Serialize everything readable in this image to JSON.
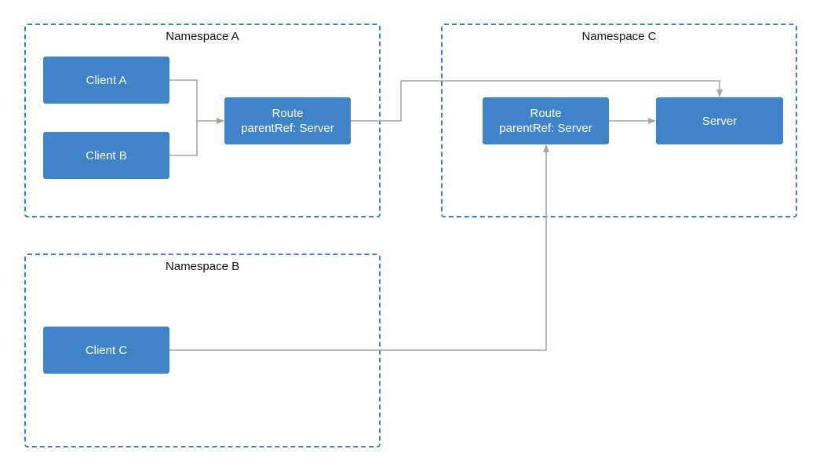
{
  "namespaces": {
    "a": "Namespace A",
    "b": "Namespace B",
    "c": "Namespace C"
  },
  "nodes": {
    "client_a": "Client A",
    "client_b": "Client B",
    "client_c": "Client C",
    "route_a": {
      "line1": "Route",
      "line2": "parentRef: Server"
    },
    "route_c": {
      "line1": "Route",
      "line2": "parentRef: Server"
    },
    "server": "Server"
  },
  "colors": {
    "node_fill": "#3f84c8",
    "namespace_border": "#3a7fc1",
    "edge": "#a6a6a6"
  },
  "edges": [
    {
      "from": "client_a",
      "to": "route_a"
    },
    {
      "from": "client_b",
      "to": "route_a"
    },
    {
      "from": "route_a",
      "to": "server"
    },
    {
      "from": "route_c",
      "to": "server"
    },
    {
      "from": "client_c",
      "to": "route_c"
    }
  ]
}
